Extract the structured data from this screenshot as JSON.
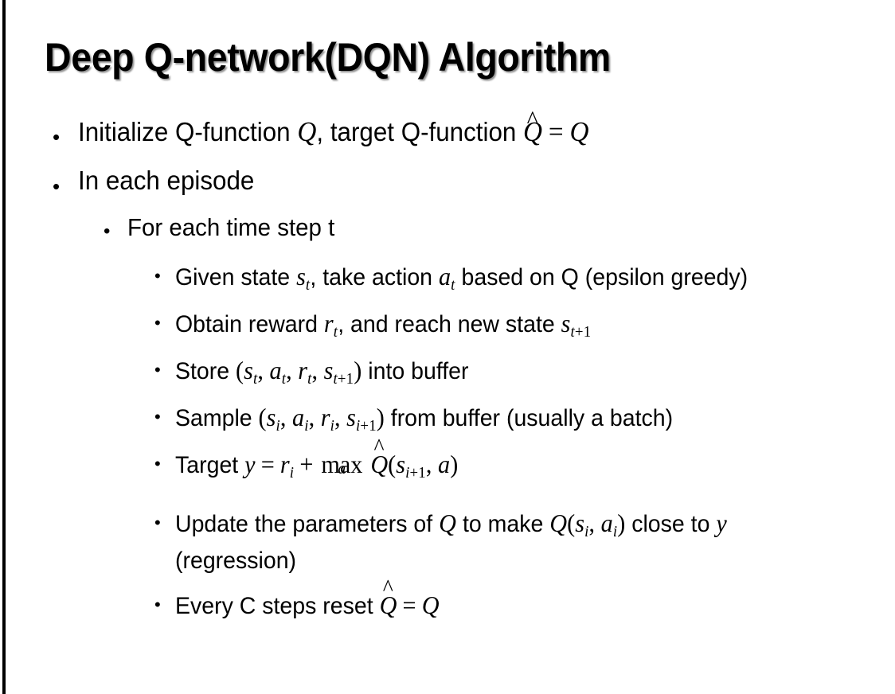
{
  "slide": {
    "title": "Deep Q-network(DQN) Algorithm",
    "background_color": "#ffffff",
    "text_color": "#000000",
    "left_bar_color": "#000000",
    "bullet_marker": "•"
  },
  "bullets": {
    "l1_initialize": {
      "level": 1,
      "text_before": "Initialize Q-function ",
      "var_q1": "Q",
      "text_mid": ", target Q-function ",
      "hat_q": "Q",
      "hat_accent": "^",
      "equals": "=",
      "var_q2": "Q"
    },
    "l1_in_each_episode": {
      "level": 1,
      "text": "In each episode"
    },
    "l2_for_each_time_step": {
      "level": 2,
      "text": "For each time step t"
    },
    "l3_given_state": {
      "level": 3,
      "text_a": "Given state ",
      "var_s": "s",
      "sub_s": "t",
      "text_b": ", take action ",
      "var_a": "a",
      "sub_a": "t",
      "text_c": " based on Q (epsilon greedy)"
    },
    "l3_obtain_reward": {
      "level": 3,
      "text_a": "Obtain reward ",
      "var_r": "r",
      "sub_r": "t",
      "text_b": ", and reach new state ",
      "var_s": "s",
      "sub_s_var": "t",
      "sub_s_plus": "+1"
    },
    "l3_store": {
      "level": 3,
      "text_a": "Store ",
      "paren_open": "(",
      "var_s1": "s",
      "sub_s1": "t",
      "comma1": ", ",
      "var_a1": "a",
      "sub_a1": "t",
      "comma2": ", ",
      "var_r1": "r",
      "sub_r1": "t",
      "comma3": ", ",
      "var_s2": "s",
      "sub_s2_var": "t",
      "sub_s2_plus": "+1",
      "paren_close": ")",
      "text_b": " into buffer"
    },
    "l3_sample": {
      "level": 3,
      "text_a": "Sample ",
      "paren_open": "(",
      "var_s1": "s",
      "sub_s1": "i",
      "comma1": ", ",
      "var_a1": "a",
      "sub_a1": "i",
      "comma2": ", ",
      "var_r1": "r",
      "sub_r1": "i",
      "comma3": ", ",
      "var_s2": "s",
      "sub_s2_var": "i",
      "sub_s2_plus": "+1",
      "paren_close": ")",
      "text_b": " from buffer (usually a batch)"
    },
    "l3_target": {
      "level": 3,
      "text_a": "Target ",
      "var_y": "y",
      "equals": "=",
      "var_r": "r",
      "sub_r": "i",
      "plus": "+",
      "max_op": "max",
      "max_sub": "a",
      "hat_q": "Q",
      "hat_accent": "^",
      "paren_open": "(",
      "var_s": "s",
      "sub_s_var": "i",
      "sub_s_plus": "+1",
      "comma": ", ",
      "var_a": "a",
      "paren_close": ")"
    },
    "l3_update": {
      "level": 3,
      "text_a": "Update the parameters of ",
      "var_q1": "Q",
      "text_b": " to make ",
      "var_q2": "Q",
      "paren_open": "(",
      "var_s": "s",
      "sub_s": "i",
      "comma": ", ",
      "var_a": "a",
      "sub_a": "i",
      "paren_close": ")",
      "text_c": " close to ",
      "var_y": "y",
      "text_d": " (regression)"
    },
    "l3_every_c_steps": {
      "level": 3,
      "text_a": "Every C steps reset ",
      "hat_q": "Q",
      "hat_accent": "^",
      "equals": "=",
      "var_q": "Q"
    }
  }
}
